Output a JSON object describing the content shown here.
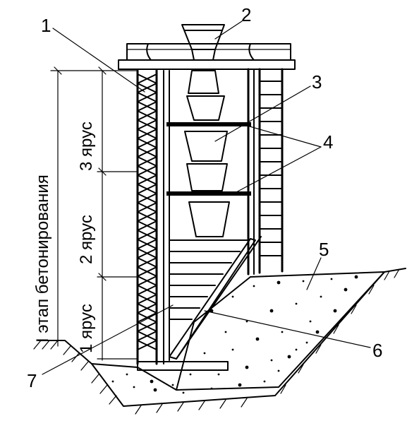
{
  "callouts": {
    "c1": "1",
    "c2": "2",
    "c3": "3",
    "c4": "4",
    "c5": "5",
    "c6": "6",
    "c7": "7"
  },
  "dimensions": {
    "stage": "I этап бетонирования",
    "tier3": "3 ярус",
    "tier2": "2 ярус",
    "tier1": "1 ярус"
  }
}
